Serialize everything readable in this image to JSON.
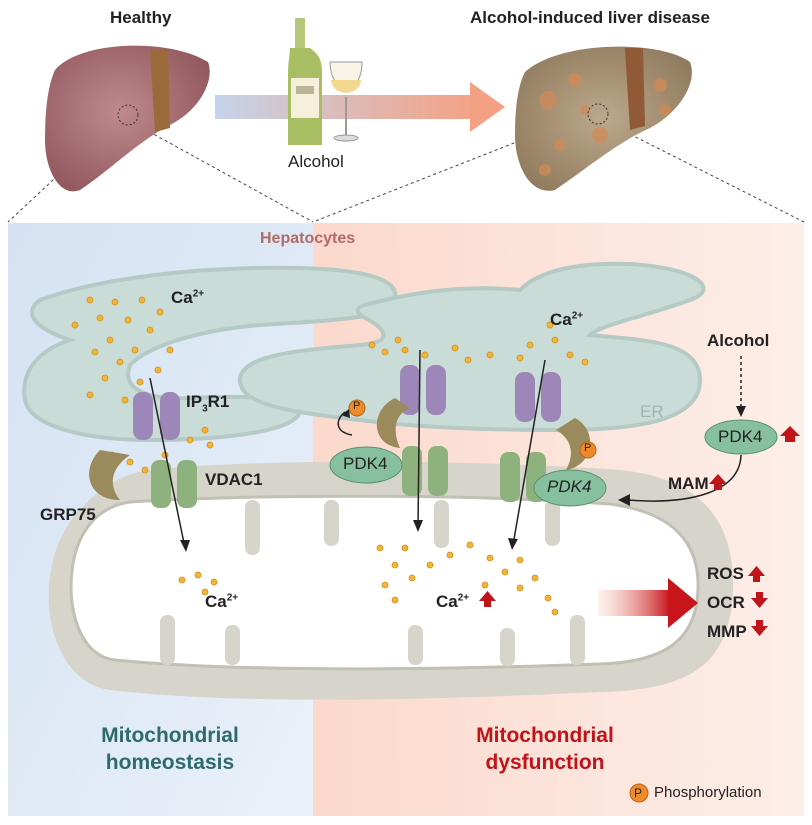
{
  "top": {
    "healthy_label": "Healthy",
    "disease_label": "Alcohol-induced liver disease",
    "alcohol_label": "Alcohol"
  },
  "cell": {
    "hepatocytes_label": "Hepatocytes",
    "er_label": "ER"
  },
  "left_panel": {
    "ca_er": "Ca",
    "ca_er_sup": "2+",
    "ip3r1_main": "IP",
    "ip3r1_sub": "3",
    "ip3r1_rest": "R1",
    "vdac1_label": "VDAC1",
    "grp75_label": "GRP75",
    "ca_mito": "Ca",
    "ca_mito_sup": "2+",
    "title_line1": "Mitochondrial",
    "title_line2": "homeostasis"
  },
  "right_panel": {
    "ca_er": "Ca",
    "ca_er_sup": "2+",
    "pdk4_left": "PDK4",
    "pdk4_right": "PDK4",
    "p_symbol": "P",
    "alcohol_label": "Alcohol",
    "pdk4_induced": "PDK4",
    "mam_label": "MAM",
    "ca_mito": "Ca",
    "ca_mito_sup": "2+",
    "outcomes": [
      "ROS",
      "OCR",
      "MMP"
    ],
    "outcome_dirs": [
      "up",
      "down",
      "down"
    ],
    "title_line1": "Mitochondrial",
    "title_line2": "dysfunction",
    "legend_symbol": "P",
    "legend_label": "Phosphorylation"
  },
  "colors": {
    "left_bg": "#dde8f5",
    "right_bg": "#fbe3da",
    "er": "#c9dcd8",
    "mito_outer": "#d6d4cb",
    "ip3r1": "#9d86b8",
    "vdac1": "#8db27e",
    "grp75": "#9a8a5c",
    "pdk4": "#86c09e",
    "calcium": "#f2b53c",
    "phospho": "#ef8a2b",
    "red_arrow": "#c0141b",
    "left_title": "#2e6b6e",
    "right_title": "#c0141b"
  }
}
